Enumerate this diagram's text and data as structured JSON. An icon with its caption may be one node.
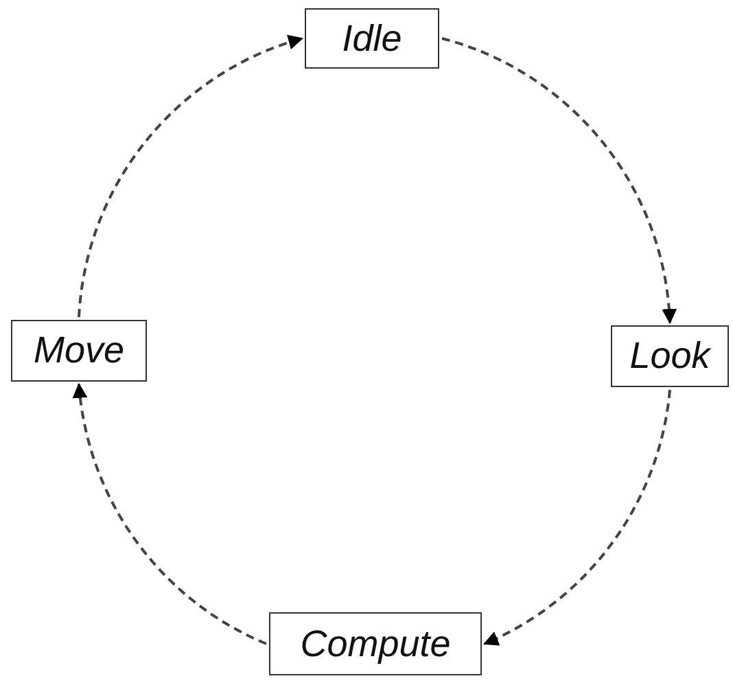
{
  "diagram": {
    "nodes": [
      {
        "text": [
          "Idle"
        ]
      },
      {
        "text": [
          "Look"
        ]
      },
      {
        "text": [
          "Compute"
        ]
      },
      {
        "text": [
          "Move"
        ]
      }
    ],
    "edges": [
      {
        "from": 0,
        "to": 1,
        "arrow": "to",
        "style": "dashed"
      },
      {
        "from": 1,
        "to": 2,
        "arrow": "to",
        "style": "dashed"
      },
      {
        "from": 2,
        "to": 3,
        "arrow": "to",
        "style": "dashed"
      },
      {
        "from": 3,
        "to": 0,
        "arrow": "to",
        "style": "dashed"
      }
    ]
  }
}
